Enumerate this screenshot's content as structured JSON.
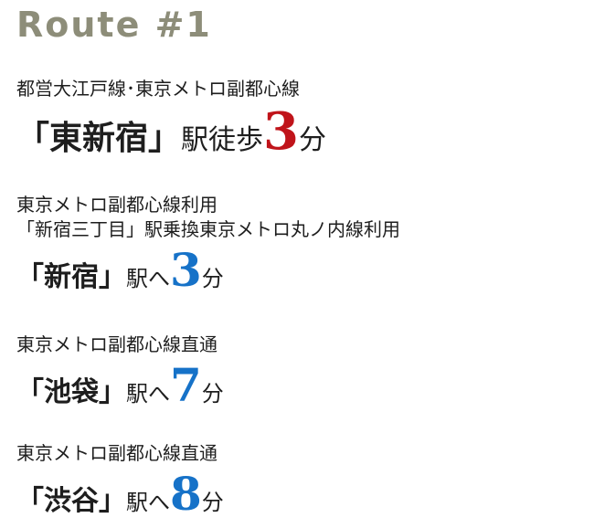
{
  "heading": {
    "text": "Route #1",
    "color": "#8d8d79"
  },
  "colors": {
    "text": "#1e1e1e",
    "accent_red": "#c0141a",
    "accent_blue": "#1672c8"
  },
  "routes": [
    {
      "lines": [
        "都営大江戸線･東京メトロ副都心線"
      ],
      "station": "「東新宿」",
      "suffix": "駅徒歩",
      "minutes": "3",
      "unit": "分",
      "minutes_color": "#c0141a"
    },
    {
      "lines": [
        "東京メトロ副都心線利用",
        "「新宿三丁目」駅乗換東京メトロ丸ノ内線利用"
      ],
      "station": "「新宿」",
      "suffix": "駅へ",
      "minutes": "3",
      "unit": "分",
      "minutes_color": "#1672c8"
    },
    {
      "lines": [
        "東京メトロ副都心線直通"
      ],
      "station": "「池袋」",
      "suffix": "駅へ",
      "minutes": "7",
      "unit": "分",
      "minutes_color": "#1672c8"
    },
    {
      "lines": [
        "東京メトロ副都心線直通"
      ],
      "station": "「渋谷」",
      "suffix": "駅へ",
      "minutes": "8",
      "unit": "分",
      "minutes_color": "#1672c8"
    }
  ]
}
